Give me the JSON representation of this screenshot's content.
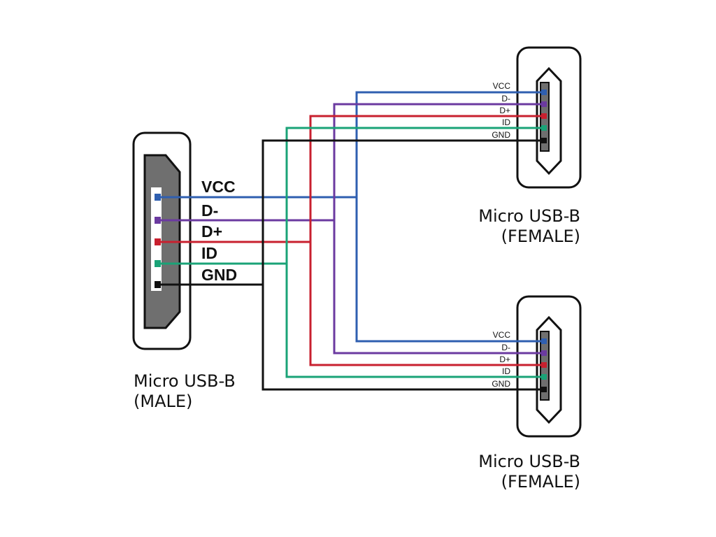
{
  "male_connector": {
    "caption_line1": "Micro USB-B",
    "caption_line2": "(MALE)",
    "pins": [
      "VCC",
      "D-",
      "D+",
      "ID",
      "GND"
    ]
  },
  "female_top": {
    "caption_line1": "Micro USB-B",
    "caption_line2": "(FEMALE)",
    "pins": [
      "VCC",
      "D-",
      "D+",
      "ID",
      "GND"
    ]
  },
  "female_bottom": {
    "caption_line1": "Micro USB-B",
    "caption_line2": "(FEMALE)",
    "pins": [
      "VCC",
      "D-",
      "D+",
      "ID",
      "GND"
    ]
  },
  "wire_colors": {
    "vcc": "#2f5fb0",
    "dminus": "#6b3aa0",
    "dplus": "#c8202f",
    "id": "#1aa377",
    "gnd": "#111111"
  }
}
